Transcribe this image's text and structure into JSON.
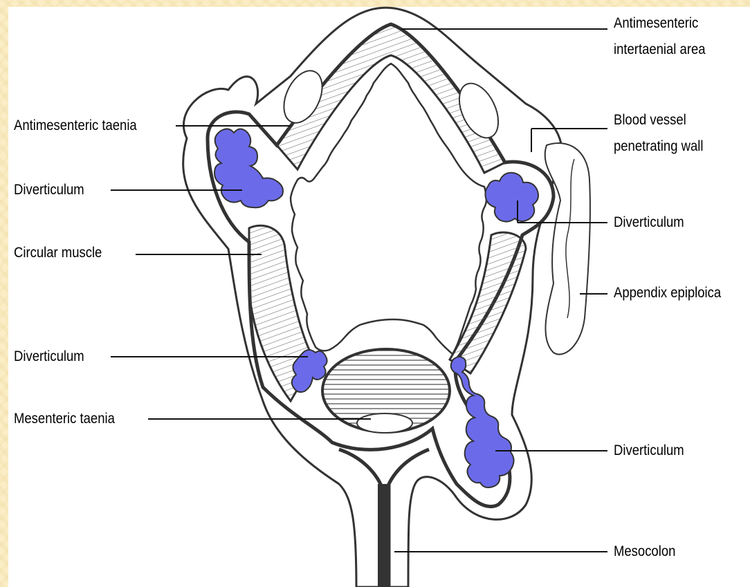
{
  "diagram": {
    "labels": {
      "antimesenteric_intertaenial_area_line1": "Antimesenteric",
      "antimesenteric_intertaenial_area_line2": "intertaenial area",
      "antimesenteric_taenia": "Antimesenteric taenia",
      "blood_vessel_line1": "Blood vessel",
      "blood_vessel_line2": "penetrating wall",
      "diverticulum_left_top": "Diverticulum",
      "diverticulum_right_top": "Diverticulum",
      "circular_muscle": "Circular muscle",
      "appendix_epiploica": "Appendix epiploica",
      "diverticulum_left_bottom": "Diverticulum",
      "mesenteric_taenia": "Mesenteric taenia",
      "diverticulum_right_bottom": "Diverticulum",
      "mesocolon": "Mesocolon"
    },
    "colors": {
      "diverticulum_fill": "#6b6bea",
      "outline": "#333333",
      "background": "#ffffff"
    }
  }
}
